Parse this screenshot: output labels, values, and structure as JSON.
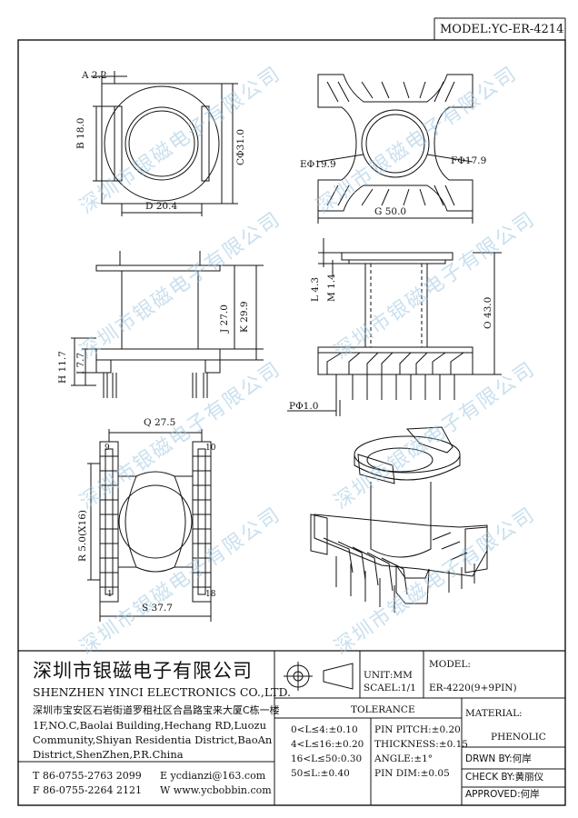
{
  "header": {
    "model": "MODEL:YC-ER-4214"
  },
  "watermark": "深圳市银磁电子有限公司",
  "dims": {
    "a": "A 2.2",
    "b": "B 18.0",
    "c": "CΦ31.0",
    "d": "D 20.4",
    "e": "EΦ19.9",
    "f": "FΦ17.9",
    "g": "G 50.0",
    "l": "L 4.3",
    "m": "M 1.4",
    "o": "O 43.0",
    "p": "PΦ1.0",
    "j": "J 27.0",
    "k": "K 29.9",
    "h": "H 11.7",
    "i": "I 7.7",
    "q": "Q 27.5",
    "r": "R 5.0(X16)",
    "s": "S 37.7"
  },
  "pins": {
    "p9": "9",
    "p10": "10",
    "p1": "1",
    "p18": "18"
  },
  "company": {
    "name_cn": "深圳市银磁电子有限公司",
    "name_en": "SHENZHEN YINCI ELECTRONICS CO.,LTD.",
    "address_cn": "深圳市宝安区石岩街道罗租社区合昌路宝来大厦C栋一楼",
    "address_en": [
      "1F,NO.C,Baolai Building,Hechang RD,Luozu",
      "Community,Shiyan Residentia District,BaoAn",
      "District,ShenZhen,P.R.China"
    ],
    "tel": "T 86-0755-2763 2099",
    "fax": "F 86-0755-2264 2121",
    "email": "E ycdianzi@163.com",
    "web": "W www.ycbobbin.com"
  },
  "block": {
    "unit": "UNIT:MM",
    "scale": "SCAEL:1/1",
    "model_label": "MODEL:",
    "model_value": "ER-4220(9+9PIN)",
    "material_label": "MATERIAL:",
    "material_value": "PHENOLIC",
    "drawn_by": "DRWN BY:何岸",
    "check_by": "CHECK BY:黄丽仪",
    "approved": "APPROVED:何岸"
  },
  "tolerance": {
    "title": "TOLERANCE",
    "left": [
      "0<L≤4:±0.10",
      "4<L≤16:±0.20",
      "16<L≤50:0.30",
      "50≤L:±0.40"
    ],
    "right": [
      "PIN PITCH:±0.20",
      "THICKNESS:±0.15",
      "ANGLE:±1°",
      "PIN DIM:±0.05"
    ]
  }
}
